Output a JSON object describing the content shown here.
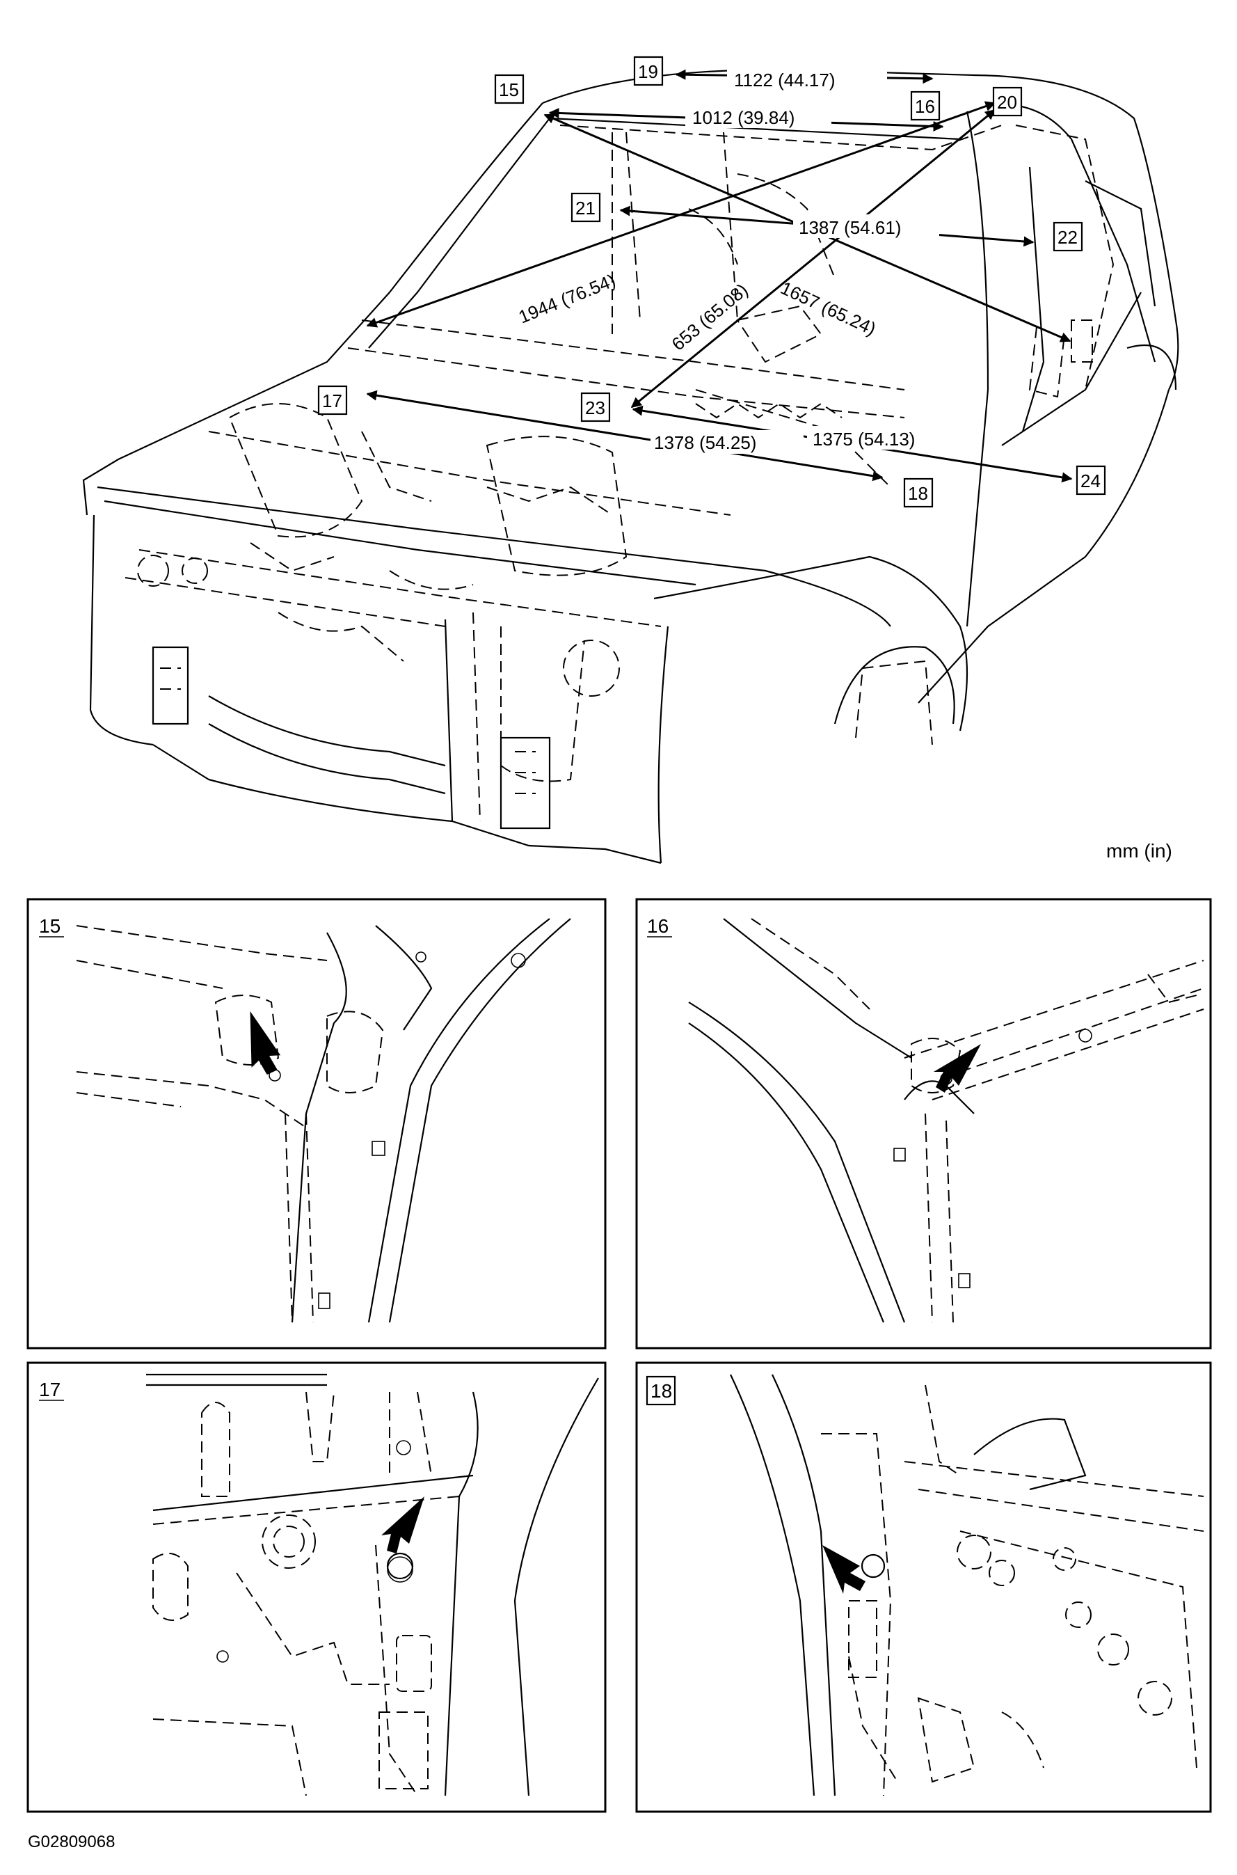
{
  "units_label": "mm (in)",
  "figure_id": "G02809068",
  "callouts": [
    "15",
    "16",
    "17",
    "18",
    "19",
    "20",
    "21",
    "22",
    "23",
    "24"
  ],
  "measurements": [
    "1122 (44.17)",
    "1012 (39.84)",
    "1387 (54.61)",
    "1944 (76.54)",
    "1657 (65.24)",
    "653 (65.08)",
    "1378 (54.25)",
    "1375 (54.13)"
  ],
  "detail_panels": [
    {
      "label": "15"
    },
    {
      "label": "16"
    },
    {
      "label": "17"
    },
    {
      "label": "18"
    }
  ]
}
